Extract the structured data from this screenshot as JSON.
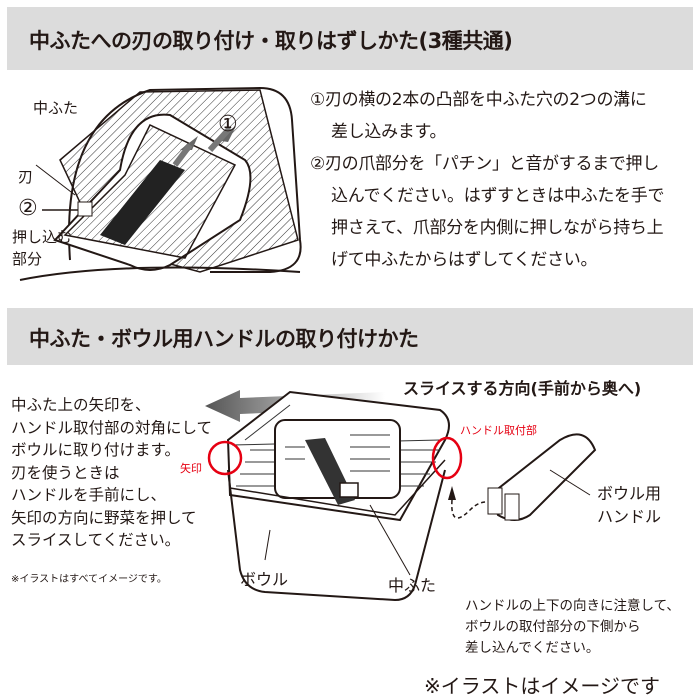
{
  "section1": {
    "title": "中ふたへの刃の取り付け・取りはずしかた(3種共通)",
    "labels": {
      "inner_lid": "中ふた",
      "blade": "刃",
      "step1_marker": "①",
      "step2_marker": "②",
      "push_part_1": "押し込む",
      "push_part_2": "部分"
    },
    "instructions": [
      "①刃の横の2本の凸部を中ふた穴の2つの溝に",
      "差し込みます。",
      "②刃の爪部分を「パチン」と音がするまで押し",
      "込んでください。はずすときは中ふたを手で",
      "押さえて、爪部分を内側に押しながら持ち上",
      "げて中ふたからはずしてください。"
    ]
  },
  "section2": {
    "title": "中ふた・ボウル用ハンドルの取り付けかた",
    "slice_direction": "スライスする方向(手前から奥へ)",
    "instructions": [
      "中ふた上の矢印を、",
      "ハンドル取付部の対角にして",
      "ボウルに取り付けます。",
      "刃を使うときは",
      "ハンドルを手前にし、",
      "矢印の方向に野菜を押して",
      "スライスしてください。"
    ],
    "note_small": "※イラストはすべてイメージです。",
    "labels": {
      "arrow_mark": "矢印",
      "handle_mount": "ハンドル取付部",
      "bowl": "ボウル",
      "inner_lid": "中ふた",
      "bowl_handle_1": "ボウル用",
      "bowl_handle_2": "ハンドル"
    },
    "handle_instructions": [
      "ハンドルの上下の向きに注意して、",
      "ボウルの取付部分の下側から",
      "差し込んでください。"
    ]
  },
  "footer_note": "※イラストはイメージです",
  "colors": {
    "header_bg": "#dcdcdc",
    "highlight_red": "#e60012",
    "text": "#231815"
  }
}
